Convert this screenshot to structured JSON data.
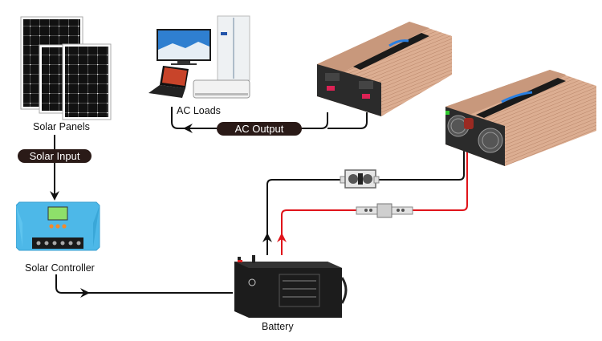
{
  "diagram": {
    "title": "Solar Inverter System Wiring",
    "components": {
      "solar_panels": {
        "label": "Solar Panels"
      },
      "ac_loads": {
        "label": "AC Loads"
      },
      "solar_controller": {
        "label": "Solar Controller"
      },
      "battery": {
        "label": "Battery"
      },
      "inverter_output_side": {
        "label": ""
      },
      "inverter_input_side": {
        "label": ""
      }
    },
    "flow_labels": {
      "solar_input": "Solar Input",
      "ac_output": "AC Output"
    },
    "connections": [
      {
        "from": "Solar Panels",
        "to": "Solar Controller",
        "label": "Solar Input",
        "wire": "black"
      },
      {
        "from": "Solar Controller",
        "to": "Battery",
        "wire": "black"
      },
      {
        "from": "Battery",
        "to": "Inverter",
        "wire": "black",
        "inline": "breaker"
      },
      {
        "from": "Battery",
        "to": "Inverter",
        "wire": "red",
        "inline": "fuse"
      },
      {
        "from": "Inverter",
        "to": "AC Loads",
        "label": "AC Output",
        "wire": "black"
      }
    ],
    "colors": {
      "wire_black": "#111111",
      "wire_red": "#e0141a",
      "pill_bg": "#2a1a17",
      "controller_blue": "#4db8e8",
      "inverter_gold": "#d9a88a"
    }
  }
}
